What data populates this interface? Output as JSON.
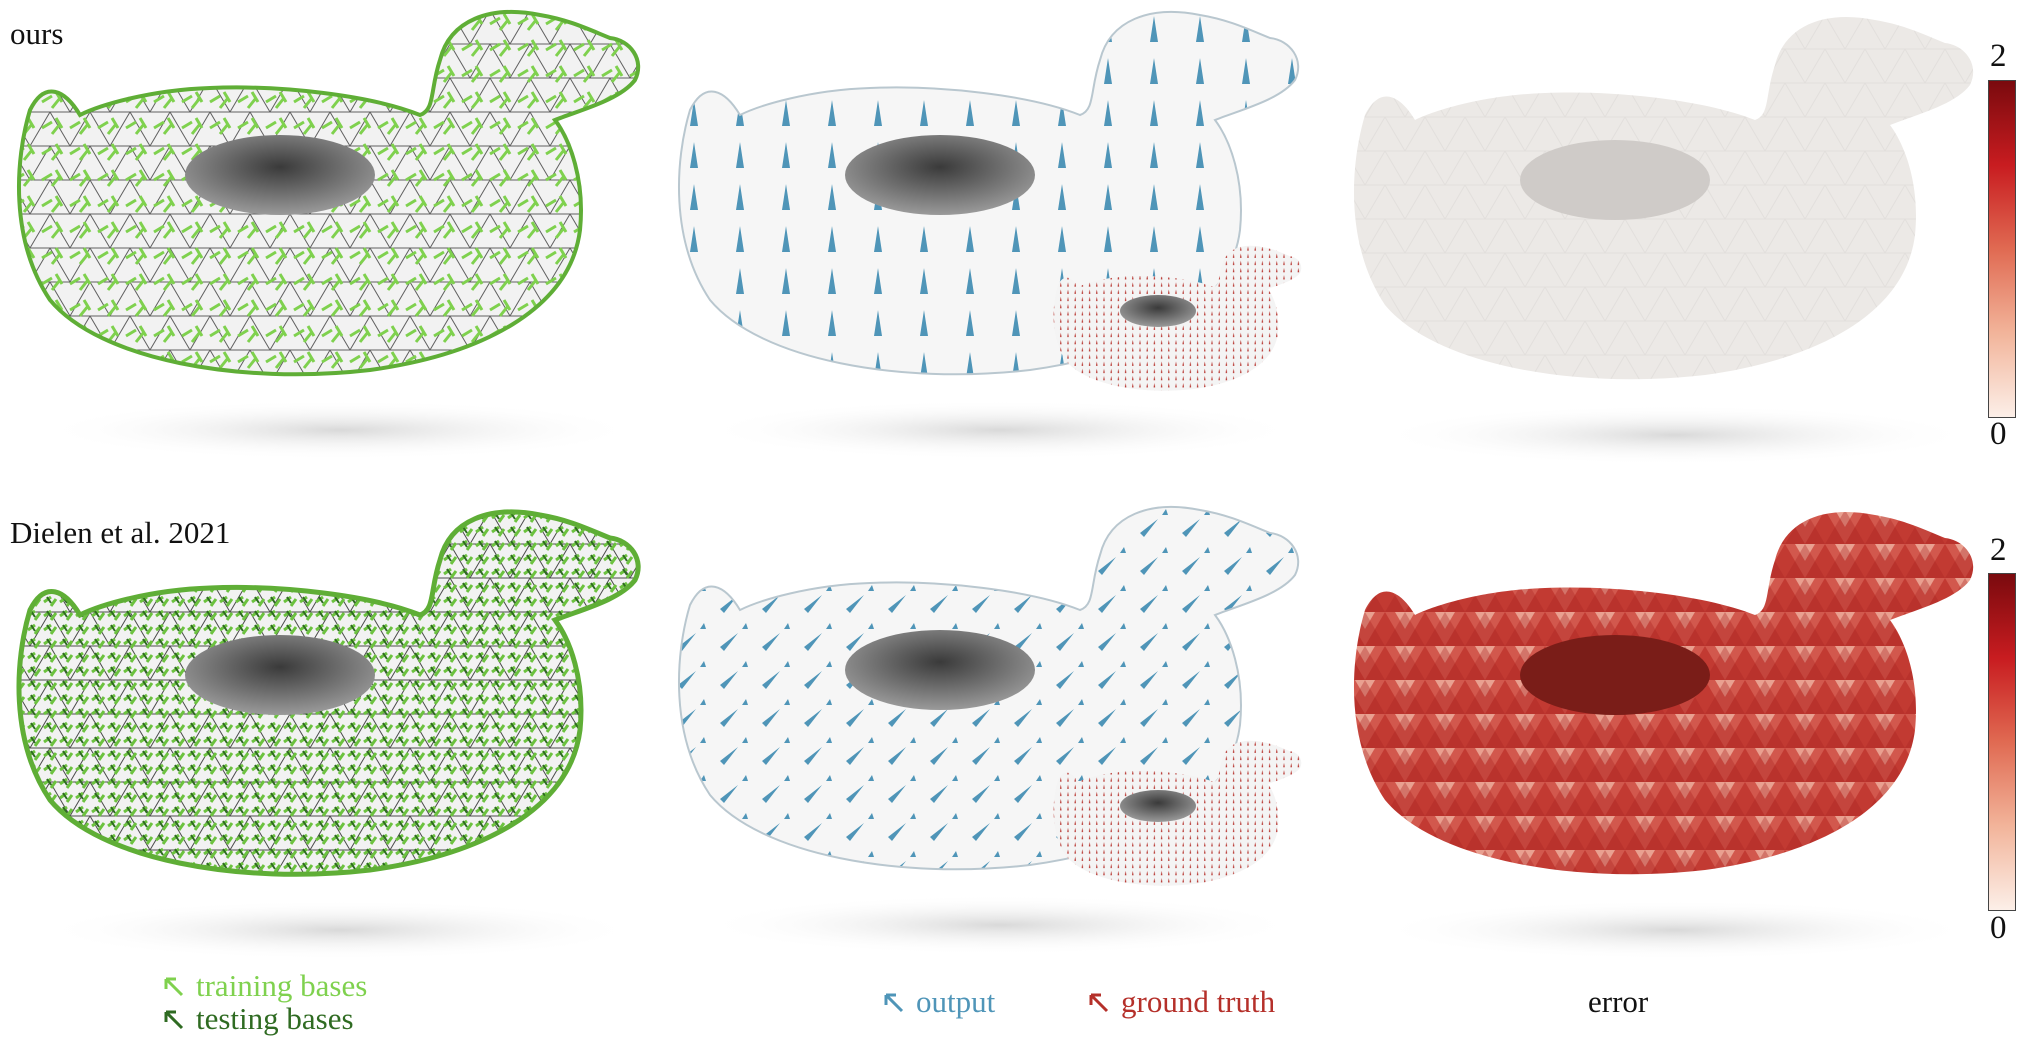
{
  "rows": {
    "top_label": "ours",
    "bottom_label": "Dielen et al. 2021"
  },
  "colorbar": {
    "max_label": "2",
    "min_label": "0",
    "gradient_colors": [
      "#fcefe8",
      "#f2b49a",
      "#e06a52",
      "#c81c20",
      "#7a0a0e"
    ]
  },
  "legend": {
    "training_bases": "training bases",
    "testing_bases": "testing bases",
    "output": "output",
    "ground_truth": "ground truth",
    "error": "error"
  },
  "colors": {
    "training": "#7fd14e",
    "testing": "#2f6b22",
    "output": "#4f95b8",
    "ground_truth": "#b5302a",
    "mesh_fill": "#eeeeee",
    "error_low": "#ede9e6",
    "error_high": "#c0352f"
  }
}
